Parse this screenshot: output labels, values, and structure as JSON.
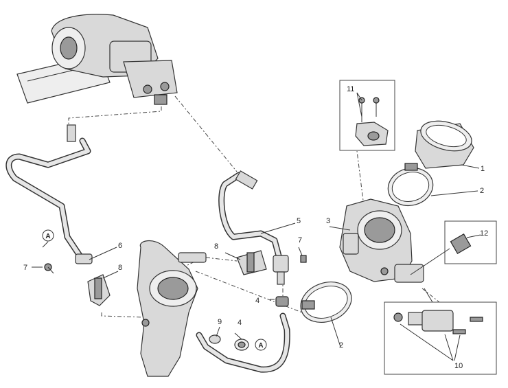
{
  "callouts": {
    "c1": "1",
    "c2a": "2",
    "c2b": "2",
    "c3": "3",
    "c4a": "4",
    "c4b": "4",
    "c5": "5",
    "c6": "6",
    "c7a": "7",
    "c7b": "7",
    "c8a": "8",
    "c8b": "8",
    "c9": "9",
    "c10": "10",
    "c11": "11",
    "c12": "12"
  },
  "markers": {
    "a1": "A",
    "a2": "A"
  }
}
